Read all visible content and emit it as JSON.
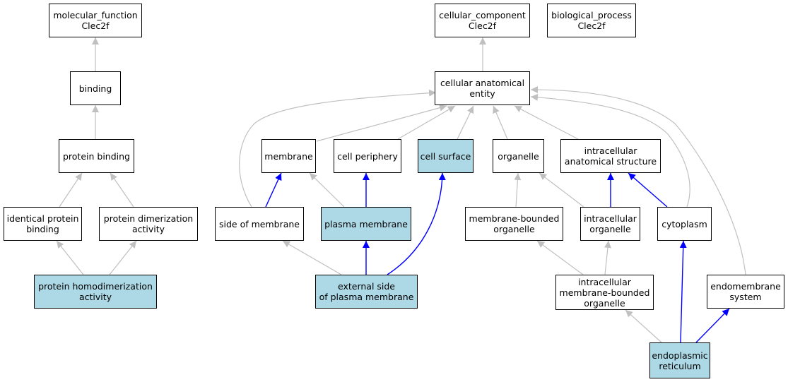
{
  "colors": {
    "highlight_fill": "#add8e6",
    "gray_edge": "#c0c0c0",
    "blue_edge": "#0000ff"
  },
  "nodes": {
    "mf_root": {
      "label": "molecular_function\nClec2f"
    },
    "binding": {
      "label": "binding"
    },
    "protein_binding": {
      "label": "protein binding"
    },
    "identical_protein_binding": {
      "label": "identical protein\nbinding"
    },
    "protein_dimerization_activity": {
      "label": "protein dimerization\nactivity"
    },
    "protein_homodimerization_activity": {
      "label": "protein homodimerization\nactivity",
      "highlighted": true
    },
    "cc_root": {
      "label": "cellular_component\nClec2f"
    },
    "bp_root": {
      "label": "biological_process\nClec2f"
    },
    "cellular_anatomical_entity": {
      "label": "cellular anatomical\nentity"
    },
    "membrane": {
      "label": "membrane"
    },
    "cell_periphery": {
      "label": "cell periphery"
    },
    "cell_surface": {
      "label": "cell surface",
      "highlighted": true
    },
    "organelle": {
      "label": "organelle"
    },
    "intracellular_anatomical_structure": {
      "label": "intracellular\nanatomical structure"
    },
    "side_of_membrane": {
      "label": "side of membrane"
    },
    "plasma_membrane": {
      "label": "plasma membrane",
      "highlighted": true
    },
    "membrane_bounded_organelle": {
      "label": "membrane-bounded\norganelle"
    },
    "intracellular_organelle": {
      "label": "intracellular\norganelle"
    },
    "cytoplasm": {
      "label": "cytoplasm"
    },
    "external_side_of_plasma_membrane": {
      "label": "external side\nof plasma membrane",
      "highlighted": true
    },
    "intracellular_membrane_bounded_organelle": {
      "label": "intracellular\nmembrane-bounded\norganelle"
    },
    "endomembrane_system": {
      "label": "endomembrane\nsystem"
    },
    "endoplasmic_reticulum": {
      "label": "endoplasmic\nreticulum",
      "highlighted": true
    }
  },
  "edges": [
    {
      "from": "binding",
      "to": "mf_root",
      "color": "gray"
    },
    {
      "from": "protein_binding",
      "to": "binding",
      "color": "gray"
    },
    {
      "from": "identical_protein_binding",
      "to": "protein_binding",
      "color": "gray"
    },
    {
      "from": "protein_dimerization_activity",
      "to": "protein_binding",
      "color": "gray"
    },
    {
      "from": "protein_homodimerization_activity",
      "to": "identical_protein_binding",
      "color": "gray"
    },
    {
      "from": "protein_homodimerization_activity",
      "to": "protein_dimerization_activity",
      "color": "gray"
    },
    {
      "from": "cellular_anatomical_entity",
      "to": "cc_root",
      "color": "gray"
    },
    {
      "from": "membrane",
      "to": "cellular_anatomical_entity",
      "color": "gray"
    },
    {
      "from": "cell_periphery",
      "to": "cellular_anatomical_entity",
      "color": "gray"
    },
    {
      "from": "cell_surface",
      "to": "cellular_anatomical_entity",
      "color": "gray"
    },
    {
      "from": "organelle",
      "to": "cellular_anatomical_entity",
      "color": "gray"
    },
    {
      "from": "intracellular_anatomical_structure",
      "to": "cellular_anatomical_entity",
      "color": "gray"
    },
    {
      "from": "side_of_membrane",
      "to": "cellular_anatomical_entity",
      "color": "gray"
    },
    {
      "from": "cytoplasm",
      "to": "cellular_anatomical_entity",
      "color": "gray"
    },
    {
      "from": "endomembrane_system",
      "to": "cellular_anatomical_entity",
      "color": "gray"
    },
    {
      "from": "side_of_membrane",
      "to": "membrane",
      "color": "blue"
    },
    {
      "from": "plasma_membrane",
      "to": "membrane",
      "color": "gray"
    },
    {
      "from": "plasma_membrane",
      "to": "cell_periphery",
      "color": "blue"
    },
    {
      "from": "membrane_bounded_organelle",
      "to": "organelle",
      "color": "gray"
    },
    {
      "from": "intracellular_organelle",
      "to": "organelle",
      "color": "gray"
    },
    {
      "from": "intracellular_organelle",
      "to": "intracellular_anatomical_structure",
      "color": "blue"
    },
    {
      "from": "cytoplasm",
      "to": "intracellular_anatomical_structure",
      "color": "blue"
    },
    {
      "from": "external_side_of_plasma_membrane",
      "to": "side_of_membrane",
      "color": "gray"
    },
    {
      "from": "external_side_of_plasma_membrane",
      "to": "plasma_membrane",
      "color": "blue"
    },
    {
      "from": "external_side_of_plasma_membrane",
      "to": "cell_surface",
      "color": "blue"
    },
    {
      "from": "intracellular_membrane_bounded_organelle",
      "to": "membrane_bounded_organelle",
      "color": "gray"
    },
    {
      "from": "intracellular_membrane_bounded_organelle",
      "to": "intracellular_organelle",
      "color": "gray"
    },
    {
      "from": "endoplasmic_reticulum",
      "to": "intracellular_membrane_bounded_organelle",
      "color": "gray"
    },
    {
      "from": "endoplasmic_reticulum",
      "to": "cytoplasm",
      "color": "blue"
    },
    {
      "from": "endoplasmic_reticulum",
      "to": "endomembrane_system",
      "color": "blue"
    }
  ]
}
